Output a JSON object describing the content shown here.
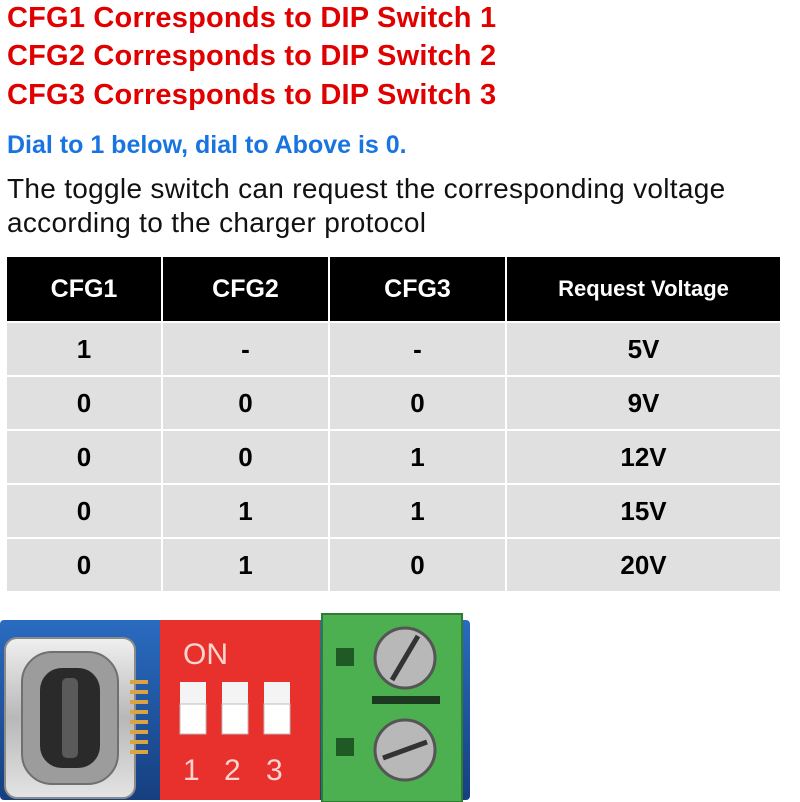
{
  "heading": {
    "lines": [
      "CFG1 Corresponds to DIP Switch 1",
      "CFG2 Corresponds to DIP Switch 2",
      "CFG3 Corresponds to DIP Switch 3"
    ],
    "note": "Dial to 1 below, dial to Above is 0.",
    "description": "The toggle switch can request the corresponding voltage according to the charger protocol"
  },
  "table": {
    "headers": [
      "CFG1",
      "CFG2",
      "CFG3",
      "Request Voltage"
    ],
    "rows": [
      [
        "1",
        "-",
        "-",
        "5V"
      ],
      [
        "0",
        "0",
        "0",
        "9V"
      ],
      [
        "0",
        "0",
        "1",
        "12V"
      ],
      [
        "0",
        "1",
        "1",
        "15V"
      ],
      [
        "0",
        "1",
        "0",
        "20V"
      ]
    ]
  },
  "board": {
    "dip_label": "ON",
    "switch_numbers": [
      "1",
      "2",
      "3"
    ],
    "colors": {
      "dip_body": "#e8312c",
      "pcb": "#1f5aa8",
      "terminal": "#4caf50",
      "usb_shell": "#c8c8c8"
    }
  }
}
